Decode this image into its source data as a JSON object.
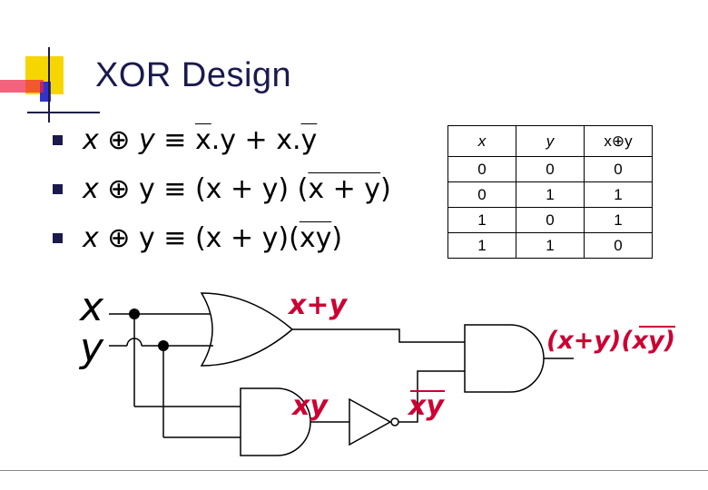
{
  "title": "XOR Design",
  "colors": {
    "title": "#1a1a4d",
    "bullet": "#1a1a4d",
    "label": "#cc0033",
    "logo_yellow": "#f5d600",
    "logo_blue": "#3333cc",
    "logo_red": "#ee2244"
  },
  "bullets": [
    {
      "p1": "x",
      "op": " ⊕ ",
      "p2": "y",
      "eq": " ≡ ",
      "t1": "x",
      "t2": ".y + x.",
      "t3": "y"
    },
    {
      "p1": "x",
      "op": " ⊕ ",
      "p2": "y",
      "eq": " ≡ ",
      "t1": "(x + y) (",
      "t2": "x + y",
      "t3": ")"
    },
    {
      "p1": "x",
      "op": " ⊕ ",
      "p2": "y",
      "eq": " ≡ ",
      "t1": "(x + y)(",
      "t2": "xy",
      "t3": ")"
    }
  ],
  "truth_table": {
    "headers": [
      "x",
      "y",
      "x⊕y"
    ],
    "rows": [
      [
        "0",
        "0",
        "0"
      ],
      [
        "0",
        "1",
        "1"
      ],
      [
        "1",
        "0",
        "1"
      ],
      [
        "1",
        "1",
        "0"
      ]
    ]
  },
  "circuit": {
    "input_x": "x",
    "input_y": "y",
    "or_label": "x+y",
    "and_label": "xy",
    "nand_label": "xy",
    "out_prefix": "(x+y)(",
    "out_over": "xy",
    "out_suffix": ")"
  }
}
